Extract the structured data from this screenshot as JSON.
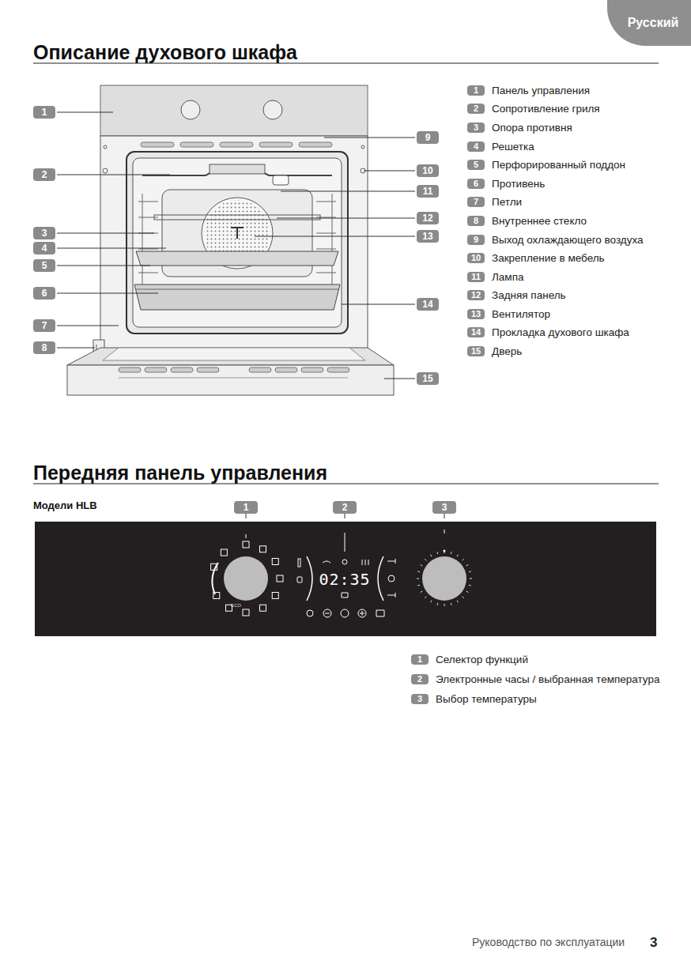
{
  "diagram": {
    "title": "Описание духового шкафа",
    "nodes": [
      {
        "text": [
          "Русский"
        ]
      },
      {
        "text": [
          "1"
        ]
      },
      {
        "text": [
          "2"
        ]
      },
      {
        "text": [
          "3"
        ]
      },
      {
        "text": [
          "4"
        ]
      },
      {
        "text": [
          "5"
        ]
      },
      {
        "text": [
          "6"
        ]
      },
      {
        "text": [
          "7"
        ]
      },
      {
        "text": [
          "8"
        ]
      },
      {
        "text": [
          "9"
        ]
      },
      {
        "text": [
          "10"
        ]
      },
      {
        "text": [
          "11"
        ]
      },
      {
        "text": [
          "12"
        ]
      },
      {
        "text": [
          "13"
        ]
      },
      {
        "text": [
          "14"
        ]
      },
      {
        "text": [
          "15"
        ]
      },
      {
        "text": [
          "1",
          "Панель управления"
        ]
      },
      {
        "text": [
          "2",
          "Сопротивление гриля"
        ]
      },
      {
        "text": [
          "3",
          "Опора противня"
        ]
      },
      {
        "text": [
          "4",
          "Решетка"
        ]
      },
      {
        "text": [
          "5",
          "Перфорированный поддон"
        ]
      },
      {
        "text": [
          "6",
          "Противень"
        ]
      },
      {
        "text": [
          "7",
          "Петли"
        ]
      },
      {
        "text": [
          "8",
          "Внутреннее стекло"
        ]
      },
      {
        "text": [
          "9",
          "Выход охлаждающего воздуха"
        ]
      },
      {
        "text": [
          "10",
          "Закрепление в мебель"
        ]
      },
      {
        "text": [
          "11",
          "Лампа"
        ]
      },
      {
        "text": [
          "12",
          "Задняя панель"
        ]
      },
      {
        "text": [
          "13",
          "Вентилятор"
        ]
      },
      {
        "text": [
          "14",
          "Прокладка духового шкафа"
        ]
      },
      {
        "text": [
          "15",
          "Дверь"
        ]
      },
      {
        "text": [
          "1"
        ]
      },
      {
        "text": [
          "2"
        ]
      },
      {
        "text": [
          "3"
        ]
      },
      {
        "text": [
          "02:35"
        ]
      },
      {
        "text": [
          "1",
          "Селектор функций"
        ]
      },
      {
        "text": [
          "2",
          "Электронные часы / выбранная температура"
        ]
      },
      {
        "text": [
          "3",
          "Выбор температуры"
        ]
      }
    ],
    "labels": [
      "Передняя панель управления",
      "Модели HLB",
      "ECO",
      "Руководство по эксплуатации",
      "3"
    ]
  }
}
